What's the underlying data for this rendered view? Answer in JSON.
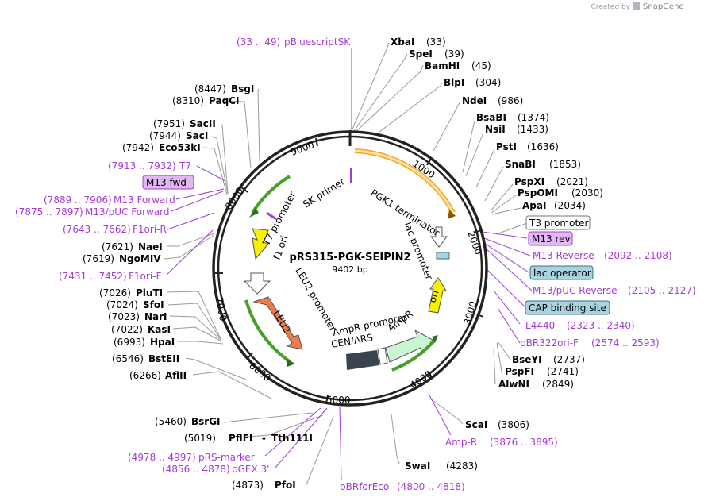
{
  "credit": {
    "prefix": "Created by",
    "brand": "SnapGene"
  },
  "plasmid": {
    "name": "pRS315-PGK-SEIPIN2",
    "size": "9402 bp"
  },
  "ticks": [
    "1000",
    "2000",
    "3000",
    "4000",
    "5000",
    "6000",
    "7000",
    "8000",
    "9000"
  ],
  "sites": [
    {
      "name": "XbaI",
      "pos": "(33)"
    },
    {
      "name": "SpeI",
      "pos": "(39)"
    },
    {
      "name": "BamHI",
      "pos": "(45)"
    },
    {
      "name": "BlpI",
      "pos": "(304)"
    },
    {
      "name": "NdeI",
      "pos": "(986)"
    },
    {
      "name": "BsaBI",
      "pos": "(1374)"
    },
    {
      "name": "NsiI",
      "pos": "(1433)"
    },
    {
      "name": "PstI",
      "pos": "(1636)"
    },
    {
      "name": "SnaBI",
      "pos": "(1853)"
    },
    {
      "name": "PspXI",
      "pos": "(2021)"
    },
    {
      "name": "PspOMI",
      "pos": "(2030)"
    },
    {
      "name": "ApaI",
      "pos": "(2034)"
    },
    {
      "name": "BseYI",
      "pos": "(2737)"
    },
    {
      "name": "PspFI",
      "pos": "(2741)"
    },
    {
      "name": "AlwNI",
      "pos": "(2849)"
    },
    {
      "name": "ScaI",
      "pos": "(3806)"
    },
    {
      "name": "SwaI",
      "pos": "(4283)"
    },
    {
      "name": "PfoI",
      "pos": "(4873)"
    },
    {
      "name": "PflFI",
      "pos": "(5019)"
    },
    {
      "name": "Tth111I",
      "pos": ""
    },
    {
      "name": "BsrGI",
      "pos": "(5460)"
    },
    {
      "name": "AflII",
      "pos": "(6266)"
    },
    {
      "name": "BstEII",
      "pos": "(6546)"
    },
    {
      "name": "HpaI",
      "pos": "(6993)"
    },
    {
      "name": "KasI",
      "pos": "(7022)"
    },
    {
      "name": "NarI",
      "pos": "(7023)"
    },
    {
      "name": "SfoI",
      "pos": "(7024)"
    },
    {
      "name": "PluTI",
      "pos": "(7026)"
    },
    {
      "name": "NgoMIV",
      "pos": "(7619)"
    },
    {
      "name": "NaeI",
      "pos": "(7621)"
    },
    {
      "name": "Eco53kI",
      "pos": "(7942)"
    },
    {
      "name": "SacI",
      "pos": "(7944)"
    },
    {
      "name": "SacII",
      "pos": "(7951)"
    },
    {
      "name": "PaqCI",
      "pos": "(8310)"
    },
    {
      "name": "BsgI",
      "pos": "(8447)"
    }
  ],
  "primers": [
    {
      "name": "pBluescriptSK",
      "range": "(33 .. 49)"
    },
    {
      "name": "M13 Reverse",
      "range": "(2092 .. 2108)"
    },
    {
      "name": "M13/pUC Reverse",
      "range": "(2105 .. 2127)"
    },
    {
      "name": "L4440",
      "range": "(2323 .. 2340)"
    },
    {
      "name": "pBR322ori-F",
      "range": "(2574 .. 2593)"
    },
    {
      "name": "Amp-R",
      "range": "(3876 .. 3895)"
    },
    {
      "name": "pBRforEco",
      "range": "(4800 .. 4818)"
    },
    {
      "name": "pGEX 3'",
      "range": "(4856 .. 4878)"
    },
    {
      "name": "pRS-marker",
      "range": "(4978 .. 4997)"
    },
    {
      "name": "F1ori-F",
      "range": "(7431 .. 7452)"
    },
    {
      "name": "F1ori-R",
      "range": "(7643 .. 7662)"
    },
    {
      "name": "M13/pUC Forward",
      "range": "(7875 .. 7897)"
    },
    {
      "name": "M13 Forward",
      "range": "(7889 .. 7906)"
    },
    {
      "name": "T7",
      "range": "(7913 .. 7932)"
    }
  ],
  "boxes": [
    {
      "label": "M13 fwd",
      "fill": "#e3b7f5",
      "stroke": "#a23cd6"
    },
    {
      "label": "T3 promoter",
      "fill": "#ffffff",
      "stroke": "#777777"
    },
    {
      "label": "M13 rev",
      "fill": "#e3b7f5",
      "stroke": "#a23cd6"
    },
    {
      "label": "lac operator",
      "fill": "#a8d4e0",
      "stroke": "#3d6f80"
    },
    {
      "label": "CAP binding site",
      "fill": "#a8d4e0",
      "stroke": "#3d6f80"
    }
  ],
  "features": {
    "sk_primer": "SK primer",
    "t7_promoter": "T7 promoter",
    "f1_ori": "f1 ori",
    "pgk1_terminator": "PGK1 terminator",
    "lac_promoter": "lac promoter",
    "leu2_promoter": "LEU2 promoter",
    "leu2": "LEU2",
    "ampr_promoter": "AmpR promoter",
    "cen_ars": "CEN/ARS",
    "ampr": "AmpR",
    "ori": "ori"
  },
  "colors": {
    "orange_feature": "#f6a821",
    "green_arc": "#47a02a",
    "yellow_feature": "#f8f200",
    "leu2": "#f07b4a",
    "ampr": "#c9f5d1",
    "cen": "#3a4450",
    "primer": "#a23cd6"
  }
}
